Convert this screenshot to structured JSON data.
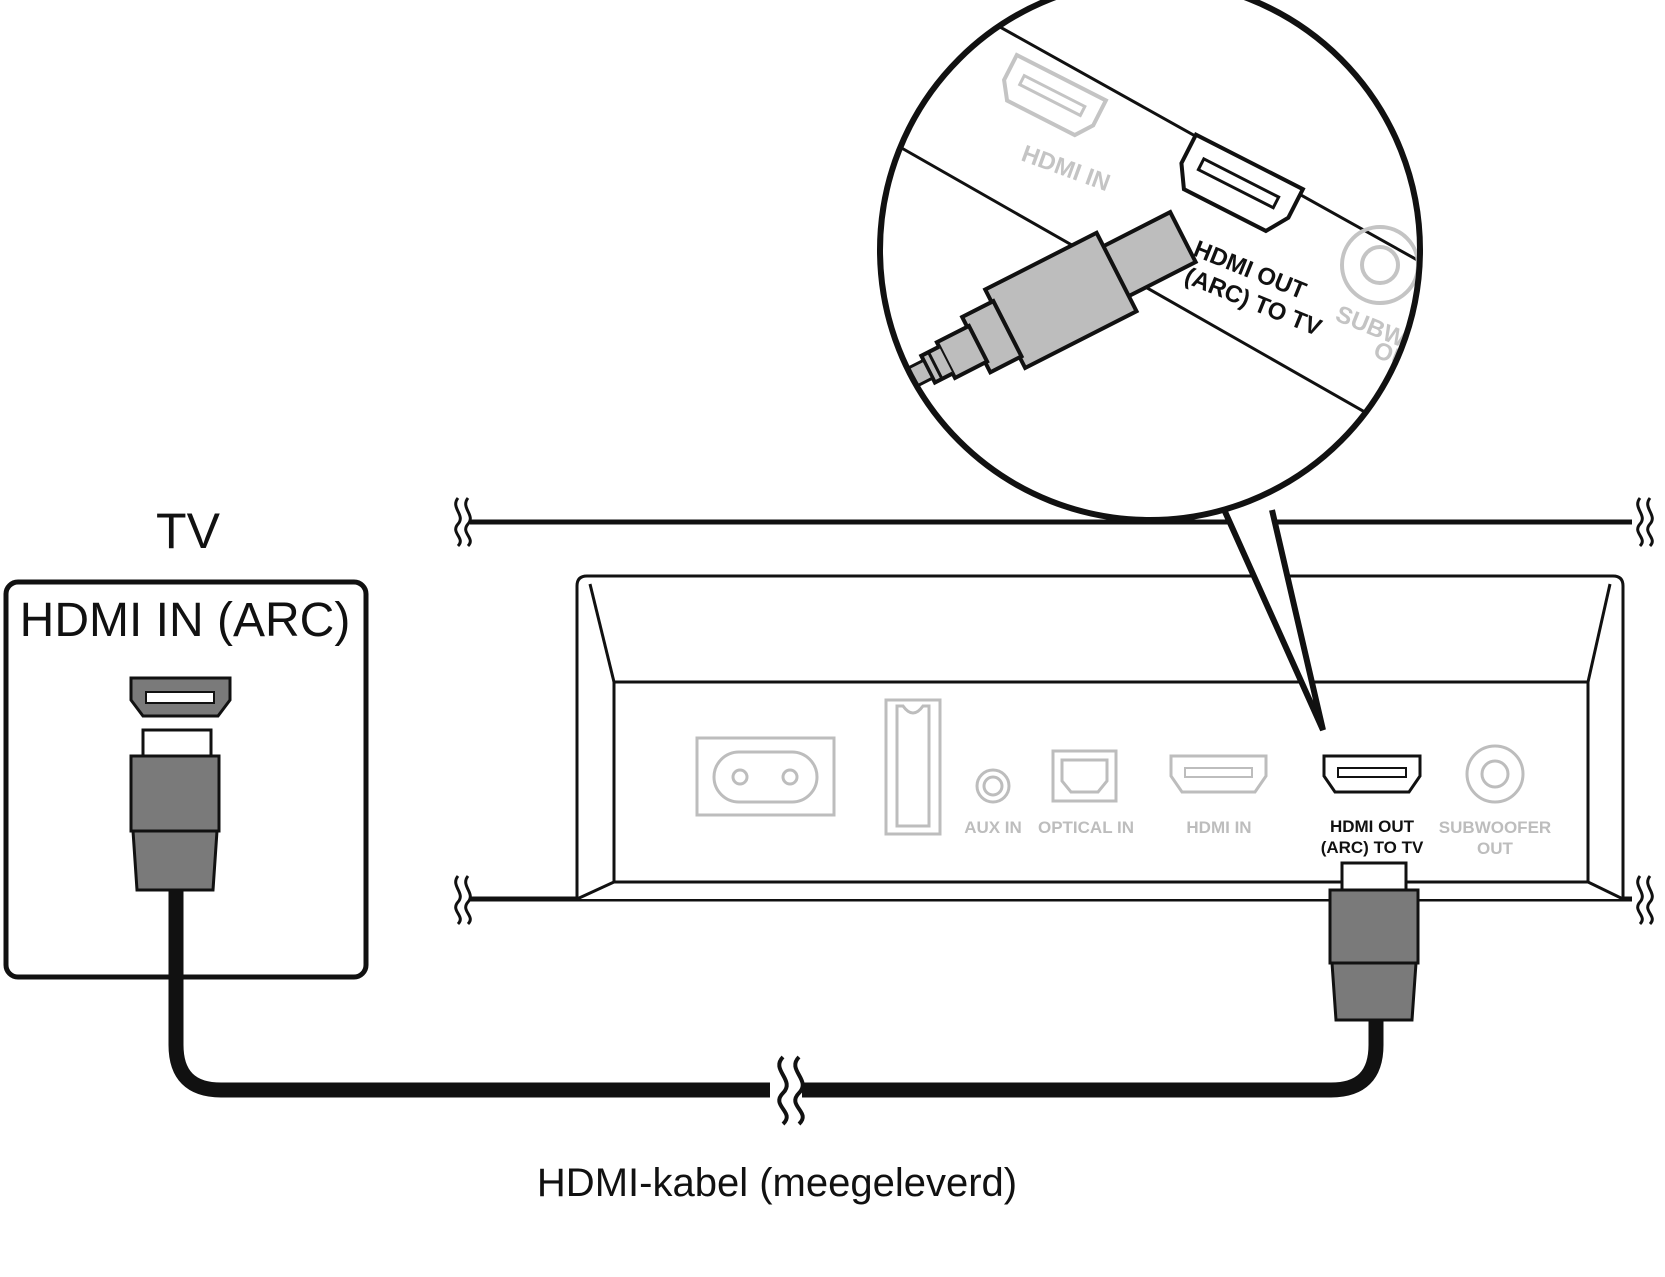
{
  "tv": {
    "title": "TV",
    "port_label": "HDMI IN (ARC)"
  },
  "cable": {
    "label": "HDMI-kabel (meegeleverd)"
  },
  "device_panel": {
    "ports": {
      "aux_in": "AUX IN",
      "optical_in": "OPTICAL IN",
      "hdmi_in": "HDMI IN",
      "hdmi_out_line1": "HDMI OUT",
      "hdmi_out_line2": "(ARC) TO TV",
      "subwoofer_line1": "SUBWOOFER",
      "subwoofer_line2": "OUT"
    }
  },
  "zoom": {
    "hdmi_in": "HDMI IN",
    "hdmi_out_line1": "HDMI OUT",
    "hdmi_out_line2": "(ARC) TO TV",
    "subwoofer_line1": "SUBWOOFER",
    "subwoofer_line2": "OUT"
  },
  "colors": {
    "connector_fill": "#7a7a7a",
    "zoom_plug_fill": "#bdbdbd",
    "dim_port": "#bdbdbd",
    "outline": "#111111"
  }
}
